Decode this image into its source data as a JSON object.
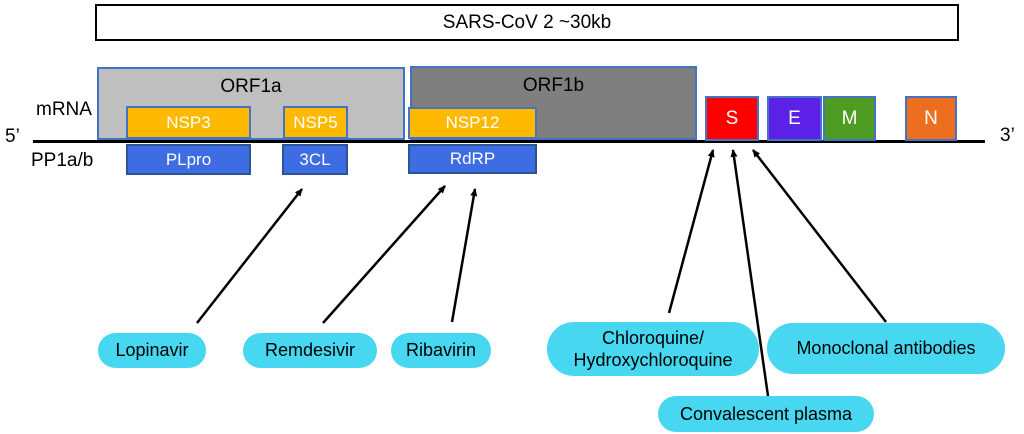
{
  "header": {
    "title": "SARS-CoV 2 ~30kb"
  },
  "axis": {
    "five_prime": "5’",
    "three_prime": "3’",
    "mrna_label": "mRNA",
    "pp1ab_label": "PP1a/b"
  },
  "genome": {
    "orf1a": "ORF1a",
    "orf1b": "ORF1b",
    "nsp3": "NSP3",
    "nsp5": "NSP5",
    "nsp12": "NSP12",
    "plpro": "PLpro",
    "3cl": "3CL",
    "rdrp": "RdRP",
    "s": "S",
    "e": "E",
    "m": "M",
    "n": "N"
  },
  "drugs": {
    "lopinavir": "Lopinavir",
    "remdesivir": "Remdesivir",
    "ribavirin": "Ribavirin",
    "chloroquine": "Chloroquine/\nHydroxychloroquine",
    "monoclonal": "Monoclonal antibodies",
    "convalescent": "Convalescent plasma"
  },
  "links": [
    {
      "from": "Lopinavir",
      "to": "3CL"
    },
    {
      "from": "Remdesivir",
      "to": "RdRP"
    },
    {
      "from": "Ribavirin",
      "to": "RdRP"
    },
    {
      "from": "Chloroquine/Hydroxychloroquine",
      "to": "S"
    },
    {
      "from": "Convalescent plasma",
      "to": "S"
    },
    {
      "from": "Monoclonal antibodies",
      "to": "S"
    }
  ],
  "colors": {
    "orf1a_fill": "#BFBFBF",
    "orf1b_fill": "#7F7F7F",
    "nsp_fill": "#FFB900",
    "protein_fill": "#3D6CE3",
    "gene_box_border": "#4472C4",
    "s_fill": "#FF0000",
    "e_fill": "#5B21E6",
    "m_fill": "#4E9C21",
    "n_fill": "#ED6E1F",
    "bubble_fill": "#47D7F0",
    "line_color": "#000000"
  }
}
